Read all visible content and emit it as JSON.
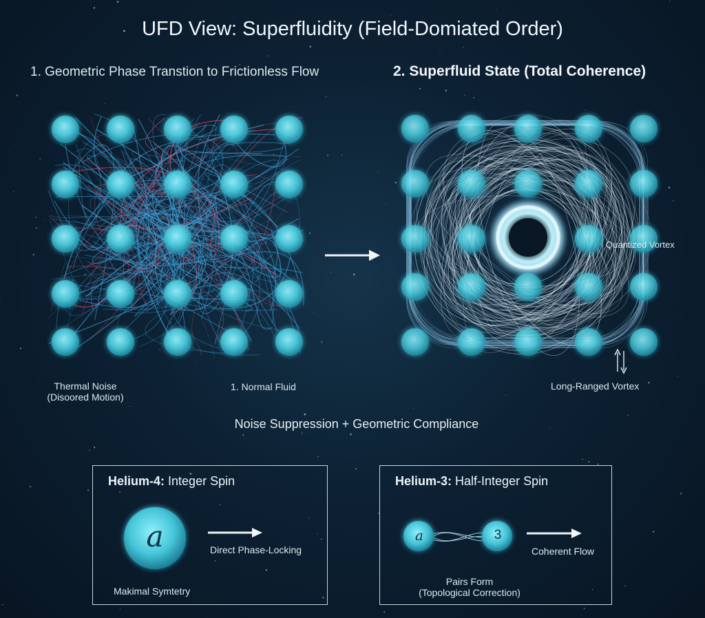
{
  "title": "UFD View: Superfluidity (Field-Domiated Order)",
  "left_panel": {
    "heading": "1. Geometric Phase Transtion to Frictionless Flow",
    "label_noise": [
      "Thermal Noise",
      "(Disoored Motion)"
    ],
    "label_fluid": "1. Normal Fluid"
  },
  "right_panel": {
    "heading": "2. Superfluid State (Total Coherence)",
    "label_vortex": "Quantized Vortex",
    "label_long": "Long-Ranged Vortex"
  },
  "middle_caption": "Noise Suppression + Geometric Compliance",
  "he4": {
    "name": "Helium-4:",
    "spin": "Integer Spin",
    "glyph": "a",
    "arrow_label": "Direct Phase-Locking",
    "caption": "Makimal Symtetry"
  },
  "he3": {
    "name": "Helium-3:",
    "spin": "Half-Integer Spin",
    "glyph_a": "a",
    "glyph_b": "3",
    "arrow_label": "Coherent Flow",
    "caption": [
      "Pairs Form",
      "(Topological Correction)"
    ]
  },
  "colors": {
    "background": "#0c2133",
    "node": "#5fe0f0",
    "blue_line": "#3f9fd8",
    "red_line": "#c8445e",
    "white_flow": "#e6f6ff"
  }
}
